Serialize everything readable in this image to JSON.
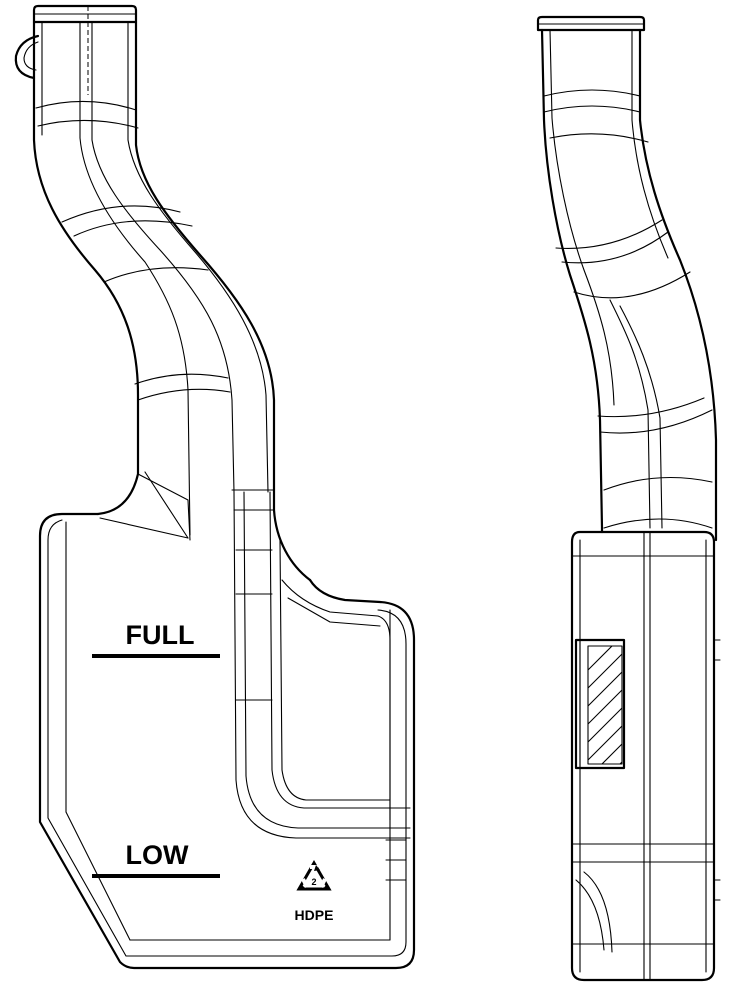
{
  "labels": {
    "full": "FULL",
    "low": "LOW",
    "material": "HDPE"
  },
  "icons": {
    "recycle": "recycle-symbol-icon"
  },
  "colors": {
    "line": "#000000",
    "background": "#ffffff"
  }
}
